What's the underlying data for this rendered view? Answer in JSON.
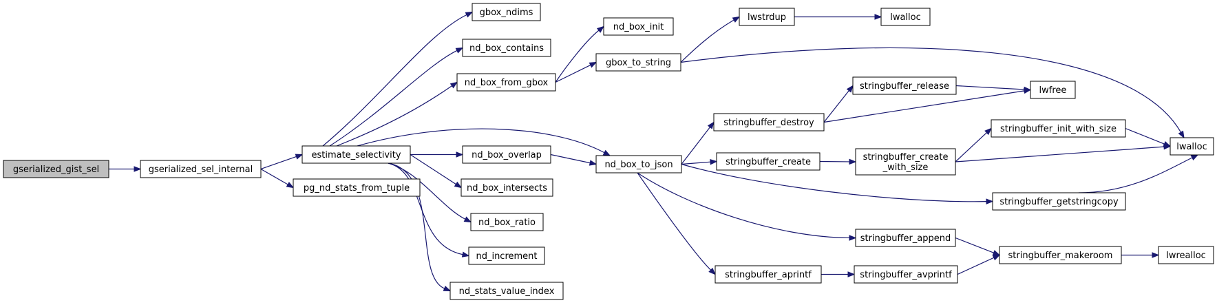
{
  "diagram": {
    "type": "call-graph",
    "colors": {
      "edge": "#191970",
      "node_border": "#000000",
      "node_fill": "#ffffff",
      "root_fill": "#bfbfbf"
    },
    "nodes": [
      {
        "id": "gist_sel",
        "lines": [
          "gserialized_gist_sel"
        ],
        "root": true
      },
      {
        "id": "sel_internal",
        "lines": [
          "gserialized_sel_internal"
        ]
      },
      {
        "id": "estimate",
        "lines": [
          "estimate_selectivity"
        ]
      },
      {
        "id": "pg_stats",
        "lines": [
          "pg_nd_stats_from_tuple"
        ]
      },
      {
        "id": "gbox_ndims",
        "lines": [
          "gbox_ndims"
        ]
      },
      {
        "id": "nd_contains",
        "lines": [
          "nd_box_contains"
        ]
      },
      {
        "id": "nd_from_gbox",
        "lines": [
          "nd_box_from_gbox"
        ]
      },
      {
        "id": "nd_overlap",
        "lines": [
          "nd_box_overlap"
        ]
      },
      {
        "id": "nd_intersects",
        "lines": [
          "nd_box_intersects"
        ]
      },
      {
        "id": "nd_ratio",
        "lines": [
          "nd_box_ratio"
        ]
      },
      {
        "id": "nd_increment",
        "lines": [
          "nd_increment"
        ]
      },
      {
        "id": "nd_stats_idx",
        "lines": [
          "nd_stats_value_index"
        ]
      },
      {
        "id": "nd_init",
        "lines": [
          "nd_box_init"
        ]
      },
      {
        "id": "gbox_to_string",
        "lines": [
          "gbox_to_string"
        ]
      },
      {
        "id": "nd_to_json",
        "lines": [
          "nd_box_to_json"
        ]
      },
      {
        "id": "lwstrdup",
        "lines": [
          "lwstrdup"
        ]
      },
      {
        "id": "lwalloc_top",
        "lines": [
          "lwalloc"
        ]
      },
      {
        "id": "sb_destroy",
        "lines": [
          "stringbuffer_destroy"
        ]
      },
      {
        "id": "sb_release",
        "lines": [
          "stringbuffer_release"
        ]
      },
      {
        "id": "lwfree",
        "lines": [
          "lwfree"
        ]
      },
      {
        "id": "sb_create",
        "lines": [
          "stringbuffer_create"
        ]
      },
      {
        "id": "sb_create_ws",
        "lines": [
          "stringbuffer_create",
          "_with_size"
        ]
      },
      {
        "id": "sb_init_ws",
        "lines": [
          "stringbuffer_init_with_size"
        ]
      },
      {
        "id": "lwalloc",
        "lines": [
          "lwalloc"
        ]
      },
      {
        "id": "sb_getcopy",
        "lines": [
          "stringbuffer_getstringcopy"
        ]
      },
      {
        "id": "sb_append",
        "lines": [
          "stringbuffer_append"
        ]
      },
      {
        "id": "sb_aprintf",
        "lines": [
          "stringbuffer_aprintf"
        ]
      },
      {
        "id": "sb_avprintf",
        "lines": [
          "stringbuffer_avprintf"
        ]
      },
      {
        "id": "sb_makeroom",
        "lines": [
          "stringbuffer_makeroom"
        ]
      },
      {
        "id": "lwrealloc",
        "lines": [
          "lwrealloc"
        ]
      }
    ],
    "edges": [
      [
        "gist_sel",
        "sel_internal"
      ],
      [
        "sel_internal",
        "estimate"
      ],
      [
        "sel_internal",
        "pg_stats"
      ],
      [
        "estimate",
        "gbox_ndims"
      ],
      [
        "estimate",
        "nd_contains"
      ],
      [
        "estimate",
        "nd_from_gbox"
      ],
      [
        "estimate",
        "nd_to_json"
      ],
      [
        "estimate",
        "nd_overlap"
      ],
      [
        "estimate",
        "nd_intersects"
      ],
      [
        "estimate",
        "nd_ratio"
      ],
      [
        "estimate",
        "nd_increment"
      ],
      [
        "estimate",
        "nd_stats_idx"
      ],
      [
        "nd_from_gbox",
        "nd_init"
      ],
      [
        "nd_from_gbox",
        "gbox_to_string"
      ],
      [
        "gbox_to_string",
        "lwstrdup"
      ],
      [
        "gbox_to_string",
        "lwalloc"
      ],
      [
        "lwstrdup",
        "lwalloc_top"
      ],
      [
        "nd_overlap",
        "nd_to_json"
      ],
      [
        "nd_to_json",
        "sb_destroy"
      ],
      [
        "nd_to_json",
        "sb_create"
      ],
      [
        "nd_to_json",
        "sb_getcopy"
      ],
      [
        "nd_to_json",
        "sb_append"
      ],
      [
        "nd_to_json",
        "sb_aprintf"
      ],
      [
        "sb_destroy",
        "sb_release"
      ],
      [
        "sb_destroy",
        "lwfree"
      ],
      [
        "sb_release",
        "lwfree"
      ],
      [
        "sb_create",
        "sb_create_ws"
      ],
      [
        "sb_create_ws",
        "sb_init_ws"
      ],
      [
        "sb_create_ws",
        "lwalloc"
      ],
      [
        "sb_init_ws",
        "lwalloc"
      ],
      [
        "sb_getcopy",
        "lwalloc"
      ],
      [
        "sb_append",
        "sb_makeroom"
      ],
      [
        "sb_aprintf",
        "sb_avprintf"
      ],
      [
        "sb_avprintf",
        "sb_makeroom"
      ],
      [
        "sb_makeroom",
        "lwrealloc"
      ]
    ]
  }
}
